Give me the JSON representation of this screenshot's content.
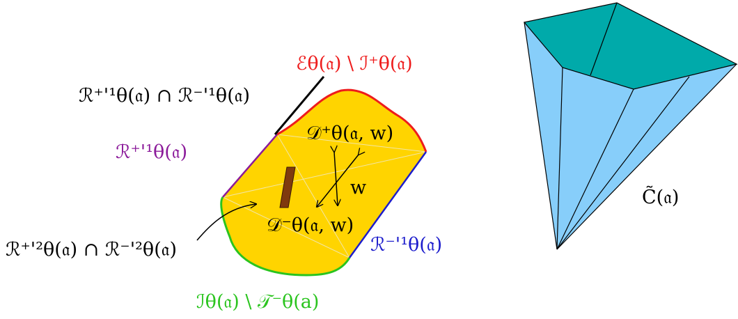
{
  "labels": {
    "top_boundary": "ℰθ(𝔞) \\ ℐ⁺θ(𝔞)",
    "upper_intersection": "ℛ⁺'¹θ(𝔞) ∩ ℛ⁻'¹θ(𝔞)",
    "left_upper_edge": "ℛ⁺'¹θ(𝔞)",
    "d_plus": "𝒟⁺θ(𝔞, w)",
    "w_vector": "w",
    "d_minus": "𝒟⁻θ(𝔞, w)",
    "lower_intersection": "ℛ⁺'²θ(𝔞) ∩ ℛ⁻'²θ(𝔞)",
    "right_lower_edge": "ℛ⁻'¹θ(𝔞)",
    "bottom_boundary": "ℐθ(𝔞) \\ 𝒯⁻θ(a)",
    "cone": "C̃(𝔞)"
  },
  "colors": {
    "region_fill": "#ffd400",
    "top_edge": "#ee1c1c",
    "left_upper_edge": "#8b1a9a",
    "right_lower_edge": "#1c1ccc",
    "bottom_edge": "#2ac41e",
    "parallelogram": "#7f3a0e",
    "cone_side": "#87cefa",
    "cone_top": "#00aaaa"
  }
}
